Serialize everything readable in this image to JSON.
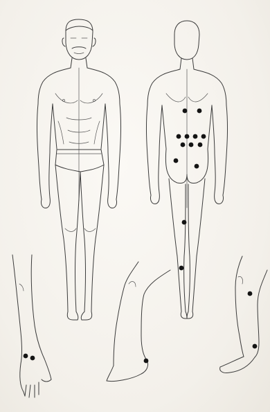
{
  "colors": {
    "background": "#f4f1ec",
    "line": "#3a3a3a",
    "marker": "#141414"
  },
  "figures": [
    {
      "id": "front-view",
      "icon": "human-body-front"
    },
    {
      "id": "back-view",
      "icon": "human-body-back"
    },
    {
      "id": "forearm-hand",
      "icon": "forearm-hand"
    },
    {
      "id": "leg-side",
      "icon": "lower-leg-side"
    },
    {
      "id": "leg-right",
      "icon": "lower-leg-right"
    }
  ],
  "point_groups": [
    {
      "region": "lower-back",
      "count": 9
    },
    {
      "region": "buttocks",
      "count": 2
    },
    {
      "region": "back-thigh",
      "count": 1
    },
    {
      "region": "back-knee",
      "count": 1
    },
    {
      "region": "wrist",
      "count": 2
    },
    {
      "region": "ankle",
      "count": 2
    },
    {
      "region": "shin",
      "count": 1
    }
  ]
}
